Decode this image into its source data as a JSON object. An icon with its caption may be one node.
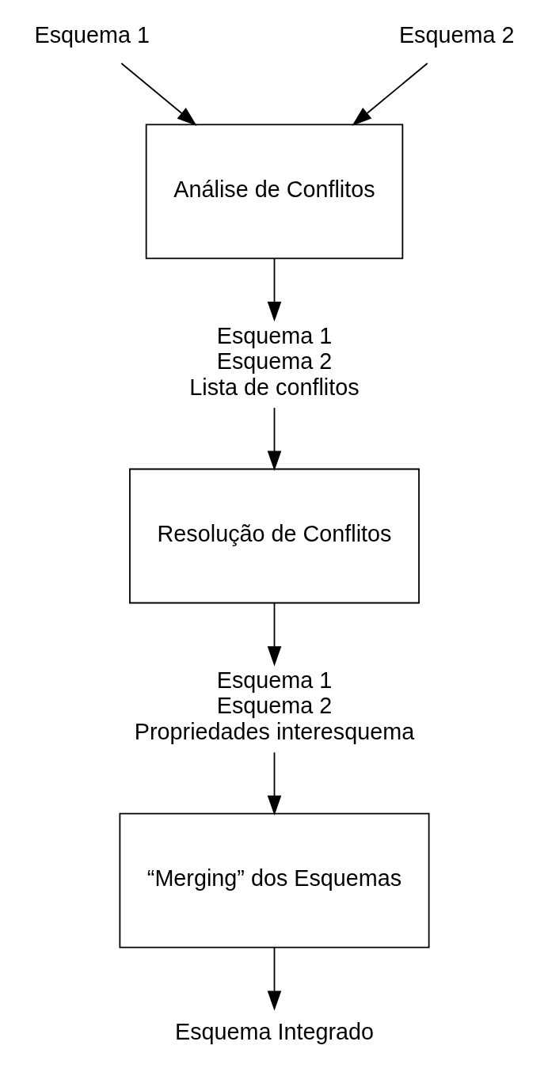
{
  "diagram": {
    "nodes": [
      {
        "text": [
          "Esquema 1"
        ]
      },
      {
        "text": [
          "Esquema 2"
        ]
      },
      {
        "text": [
          "Análise de Conflitos"
        ]
      },
      {
        "text": [
          "Esquema 1",
          "Esquema 2",
          "Lista de conflitos"
        ]
      },
      {
        "text": [
          "Resolução de Conflitos"
        ]
      },
      {
        "text": [
          "Esquema 1",
          "Esquema 2",
          "Propriedades interesquema"
        ]
      },
      {
        "text": [
          "“Merging” dos Esquemas"
        ]
      },
      {
        "text": [
          "Esquema Integrado"
        ]
      }
    ],
    "edges": [
      {
        "from": 0,
        "to": 2,
        "arrow": "to"
      },
      {
        "from": 1,
        "to": 2,
        "arrow": "to"
      },
      {
        "from": 2,
        "to": 3,
        "arrow": "to"
      },
      {
        "from": 3,
        "to": 4,
        "arrow": "to"
      },
      {
        "from": 4,
        "to": 5,
        "arrow": "to"
      },
      {
        "from": 5,
        "to": 6,
        "arrow": "to"
      },
      {
        "from": 6,
        "to": 7,
        "arrow": "to"
      }
    ]
  }
}
